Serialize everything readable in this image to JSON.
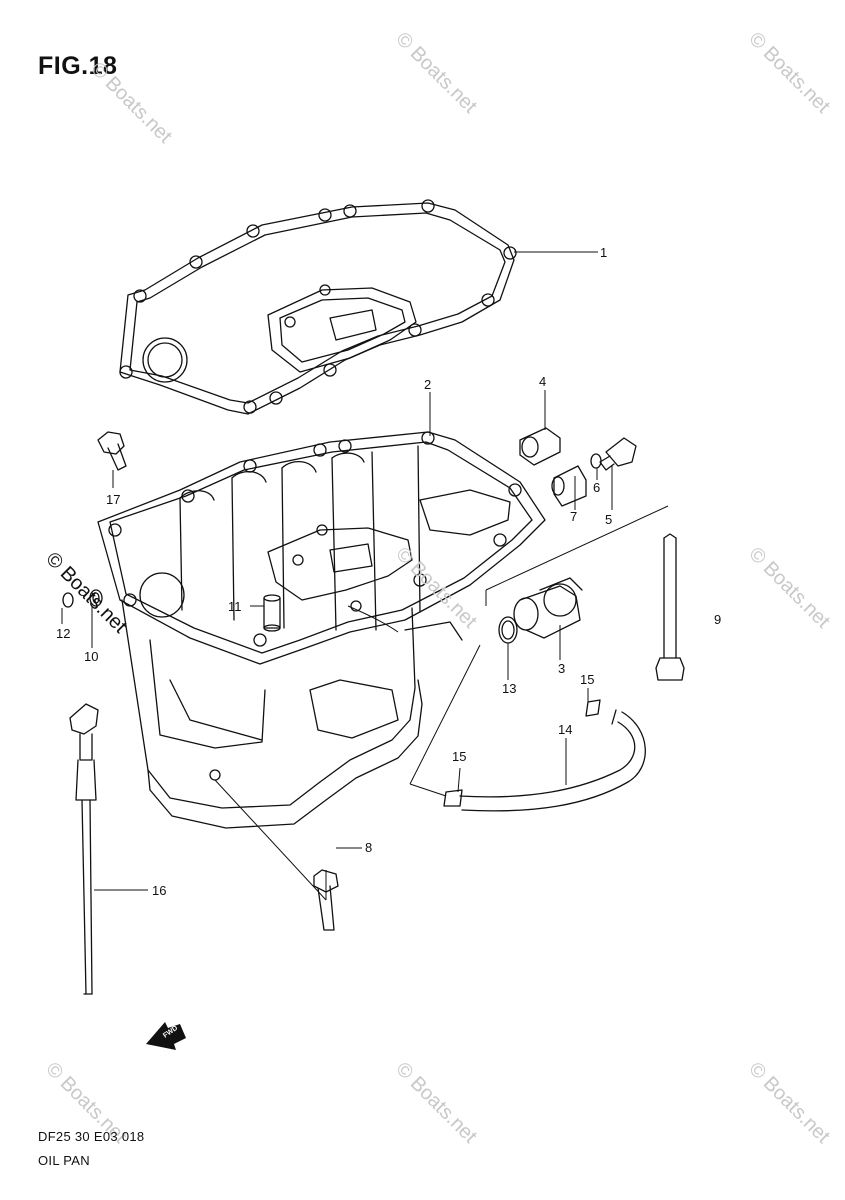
{
  "figure_title": "FIG.18",
  "footer": {
    "code": "DF25 30 E03 018",
    "name": "OIL PAN"
  },
  "watermark_text": "© Boats.net",
  "fwd_marker": "FWD",
  "callouts": [
    {
      "id": "c1",
      "label": "1"
    },
    {
      "id": "c2",
      "label": "2"
    },
    {
      "id": "c3",
      "label": "3"
    },
    {
      "id": "c4",
      "label": "4"
    },
    {
      "id": "c5",
      "label": "5"
    },
    {
      "id": "c6",
      "label": "6"
    },
    {
      "id": "c7",
      "label": "7"
    },
    {
      "id": "c8",
      "label": "8"
    },
    {
      "id": "c9",
      "label": "9"
    },
    {
      "id": "c10",
      "label": "10"
    },
    {
      "id": "c11",
      "label": "11"
    },
    {
      "id": "c12",
      "label": "12"
    },
    {
      "id": "c13",
      "label": "13"
    },
    {
      "id": "c14",
      "label": "14"
    },
    {
      "id": "c15a",
      "label": "15"
    },
    {
      "id": "c15b",
      "label": "15"
    },
    {
      "id": "c16",
      "label": "16"
    },
    {
      "id": "c17",
      "label": "17"
    }
  ]
}
